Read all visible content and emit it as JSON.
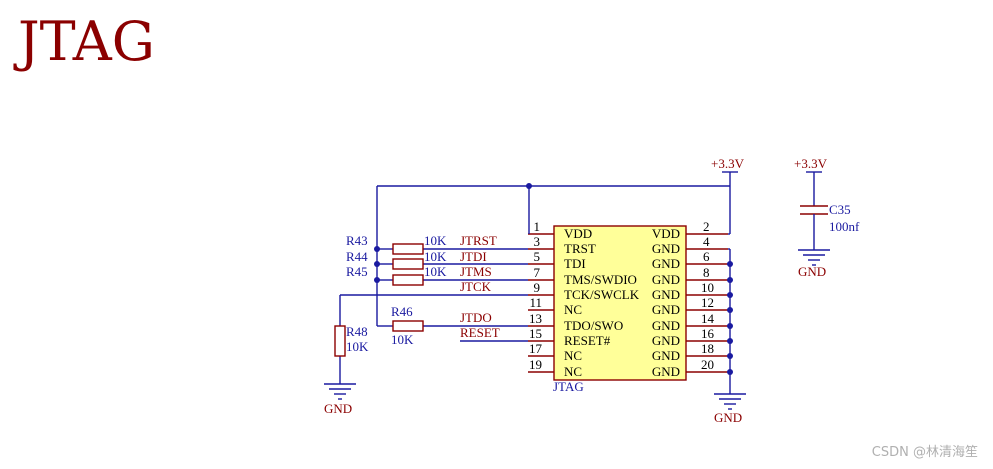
{
  "title": "JTAG",
  "colors": {
    "wire": "#1a1aa0",
    "component": "#8b0000",
    "net_label": "#8b0000",
    "body": "#ffff99",
    "text": "#000000"
  },
  "connector": {
    "ref": "JTAG",
    "left_pins": [
      {
        "num": "1",
        "name": "VDD"
      },
      {
        "num": "3",
        "name": "TRST"
      },
      {
        "num": "5",
        "name": "TDI"
      },
      {
        "num": "7",
        "name": "TMS/SWDIO"
      },
      {
        "num": "9",
        "name": "TCK/SWCLK"
      },
      {
        "num": "11",
        "name": "NC"
      },
      {
        "num": "13",
        "name": "TDO/SWO"
      },
      {
        "num": "15",
        "name": "RESET#"
      },
      {
        "num": "17",
        "name": "NC"
      },
      {
        "num": "19",
        "name": "NC"
      }
    ],
    "right_pins": [
      {
        "num": "2",
        "name": "VDD"
      },
      {
        "num": "4",
        "name": "GND"
      },
      {
        "num": "6",
        "name": "GND"
      },
      {
        "num": "8",
        "name": "GND"
      },
      {
        "num": "10",
        "name": "GND"
      },
      {
        "num": "12",
        "name": "GND"
      },
      {
        "num": "14",
        "name": "GND"
      },
      {
        "num": "16",
        "name": "GND"
      },
      {
        "num": "18",
        "name": "GND"
      },
      {
        "num": "20",
        "name": "GND"
      }
    ]
  },
  "nets": {
    "jtrst": "JTRST",
    "jtdi": "JTDI",
    "jtms": "JTMS",
    "jtck": "JTCK",
    "jtdo": "JTDO",
    "reset": "RESET"
  },
  "resistors": {
    "r43": {
      "ref": "R43",
      "value": "10K"
    },
    "r44": {
      "ref": "R44",
      "value": "10K"
    },
    "r45": {
      "ref": "R45",
      "value": "10K"
    },
    "r46": {
      "ref": "R46",
      "value": "10K"
    },
    "r48": {
      "ref": "R48",
      "value": "10K"
    }
  },
  "capacitor": {
    "ref": "C35",
    "value": "100nf"
  },
  "power": {
    "vcc_main": "+3.3V",
    "vcc_cap": "+3.3V"
  },
  "ground": {
    "gnd_left": "GND",
    "gnd_connector": "GND",
    "gnd_cap": "GND"
  },
  "watermark": "CSDN @林清海笙"
}
